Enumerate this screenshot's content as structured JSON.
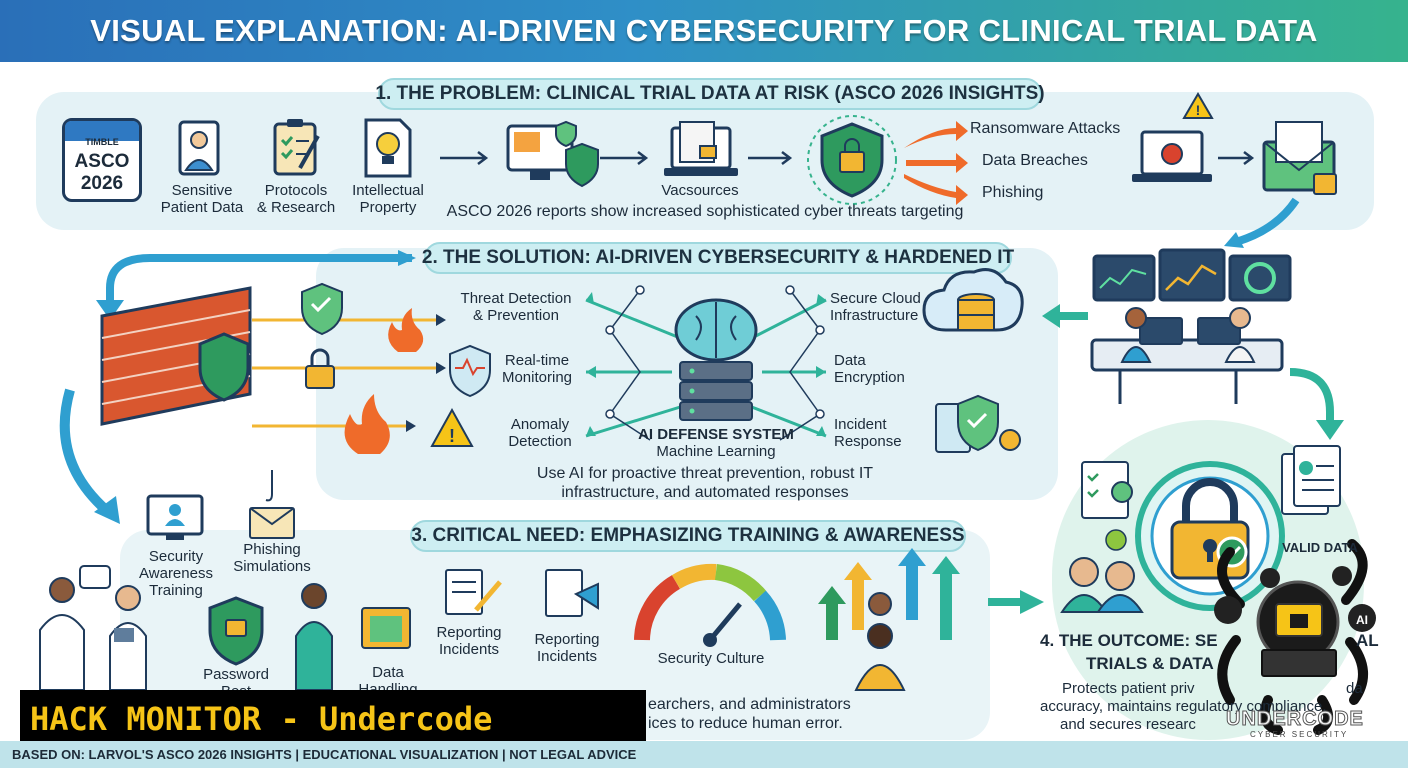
{
  "title": "VISUAL EXPLANATION: AI-DRIVEN CYBERSECURITY FOR CLINICAL TRIAL DATA",
  "section1": {
    "heading": "1. THE PROBLEM: CLINICAL TRIAL DATA AT RISK (ASCO 2026 INSIGHTS)",
    "calendar_top": "TIMBLE",
    "calendar_line1": "ASCO",
    "calendar_line2": "2026",
    "items": [
      "Sensitive\nPatient Data",
      "Protocols\n& Research",
      "Intellectual\nProperty"
    ],
    "vacsources": "Vacsources",
    "threats": [
      "Ransomware Attacks",
      "Data Breaches",
      "Phishing"
    ],
    "caption": "ASCO 2026 reports show increased sophisticated cyber threats targeting"
  },
  "section2": {
    "heading": "2. THE SOLUTION: AI-DRIVEN CYBERSECURITY & HARDENED IT",
    "left_labels": [
      "Threat Detection\n& Prevention",
      "Real-time\nMonitoring",
      "Anomaly\nDetection"
    ],
    "right_labels": [
      "Secure Cloud\nInfrastructure",
      "Data\nEncryption",
      "Incident\nResponse"
    ],
    "core_title": "AI DEFENSE SYSTEM",
    "core_sub": "Machine Learning",
    "caption_line1": "Use AI for proactive threat prevention, robust IT",
    "caption_line2": "infrastructure, and automated responses"
  },
  "section3": {
    "heading": "3. CRITICAL NEED: EMPHASIZING TRAINING & AWARENESS",
    "items": [
      "Security\nAwareness\nTraining",
      "Phishing\nSimulations",
      "Password\nBest",
      "Data\nHandling",
      "Reporting\nIncidents",
      "Reporting\nIncidents",
      "Security Culture"
    ],
    "caption_line1": "earchers, and administrators",
    "caption_line2": "ices to reduce human error."
  },
  "section4": {
    "valid_data": "VALID DATA",
    "heading_line1": "4. THE OUTCOME: SE",
    "heading_line1_tail": "AL",
    "heading_line2": "TRIALS & DATA",
    "caption_line1": "Protects patient priv",
    "caption_line1_tail": "da",
    "caption_line2": "accuracy, maintains regulatory compliance,",
    "caption_line3": "and secures researc"
  },
  "watermark": "HACK MONITOR - Undercode",
  "logo_text": "UNDERCODE",
  "logo_sub": "CYBER SECURITY",
  "footer": "BASED ON: LARVOL'S ASCO 2026 INSIGHTS | EDUCATIONAL VISUALIZATION | NOT LEGAL ADVICE",
  "colors": {
    "title_start": "#2a6fb8",
    "title_end": "#36b38d",
    "panel": "#e4f2f6",
    "accent_teal": "#2fb39a",
    "threat_orange": "#ef6b2a",
    "shield_green": "#2e9a5e",
    "watermark_bg": "#000000",
    "watermark_text": "#f6c417"
  }
}
